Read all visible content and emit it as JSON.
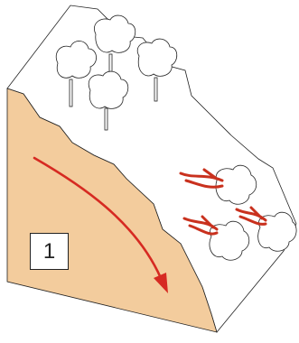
{
  "diagram": {
    "step_label": "1",
    "colors": {
      "soil_section": "#f3cc9d",
      "arrow": "#d62a22",
      "outline": "#222222",
      "surface": "#ffffff",
      "fallen_roots": "#c9311e"
    },
    "icons": [
      "standing-tree-icon",
      "fallen-tree-icon",
      "movement-arrow-icon"
    ],
    "standing_tree_count": 4,
    "fallen_tree_count": 3
  }
}
